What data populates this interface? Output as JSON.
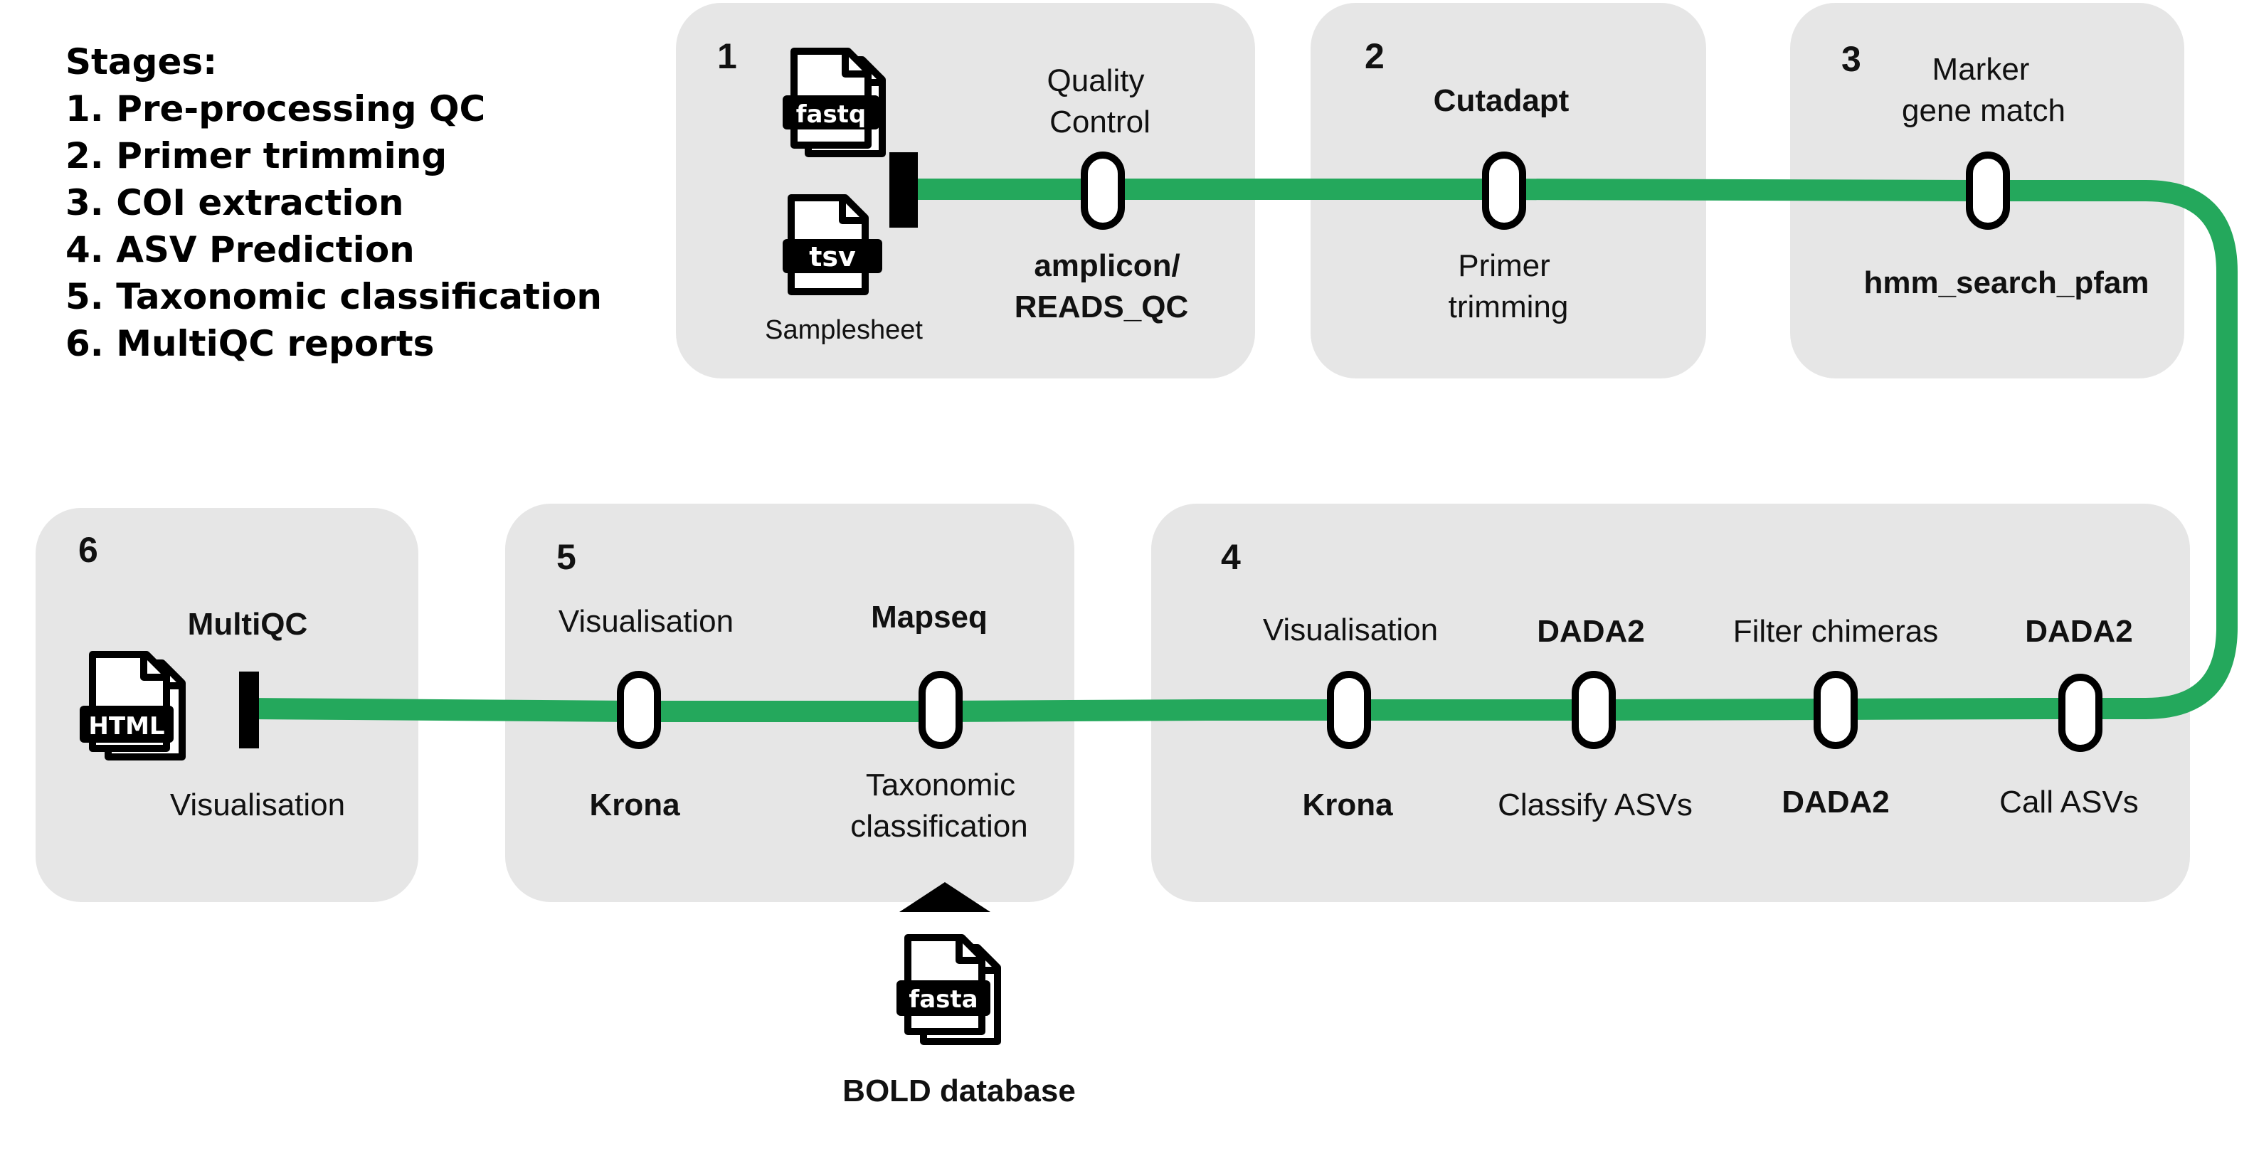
{
  "legend": {
    "title": "Stages:",
    "items": [
      "1. Pre-processing QC",
      "2. Primer trimming",
      "3. COI extraction",
      "4. ASV Prediction",
      "5. Taxonomic classification",
      "6. MultiQC reports"
    ]
  },
  "colors": {
    "pipeline_line": "#24A85C",
    "panel_bg": "#E6E6E6",
    "node_fill": "#ffffff",
    "node_stroke": "#000000"
  },
  "stage1": {
    "number": "1",
    "fastq_label": "fastq",
    "tsv_label": "tsv",
    "samplesheet_label": "Samplesheet",
    "node_top": [
      "Quality",
      "Control"
    ],
    "node_bottom": [
      "amplicon/",
      "READS_QC"
    ]
  },
  "stage2": {
    "number": "2",
    "node_top": "Cutadapt",
    "node_bottom": [
      "Primer",
      "trimming"
    ]
  },
  "stage3": {
    "number": "3",
    "node_top": [
      "Marker",
      "gene match"
    ],
    "node_bottom": "hmm_search_pfam"
  },
  "stage4": {
    "number": "4",
    "nodes": [
      {
        "top": "Visualisation",
        "bottom": "Krona"
      },
      {
        "top": "DADA2",
        "bottom": "Classify ASVs"
      },
      {
        "top": "Filter chimeras",
        "bottom": "DADA2"
      },
      {
        "top": "DADA2",
        "bottom": "Call ASVs"
      }
    ]
  },
  "stage5": {
    "number": "5",
    "nodes": [
      {
        "top": "Visualisation",
        "bottom": "Krona"
      },
      {
        "top": "Mapseq",
        "bottom": [
          "Taxonomic",
          "classification"
        ]
      }
    ],
    "fasta_label": "fasta",
    "database_label": "BOLD database"
  },
  "stage6": {
    "number": "6",
    "node_top": "MultiQC",
    "html_label": "HTML",
    "node_bottom": "Visualisation"
  }
}
